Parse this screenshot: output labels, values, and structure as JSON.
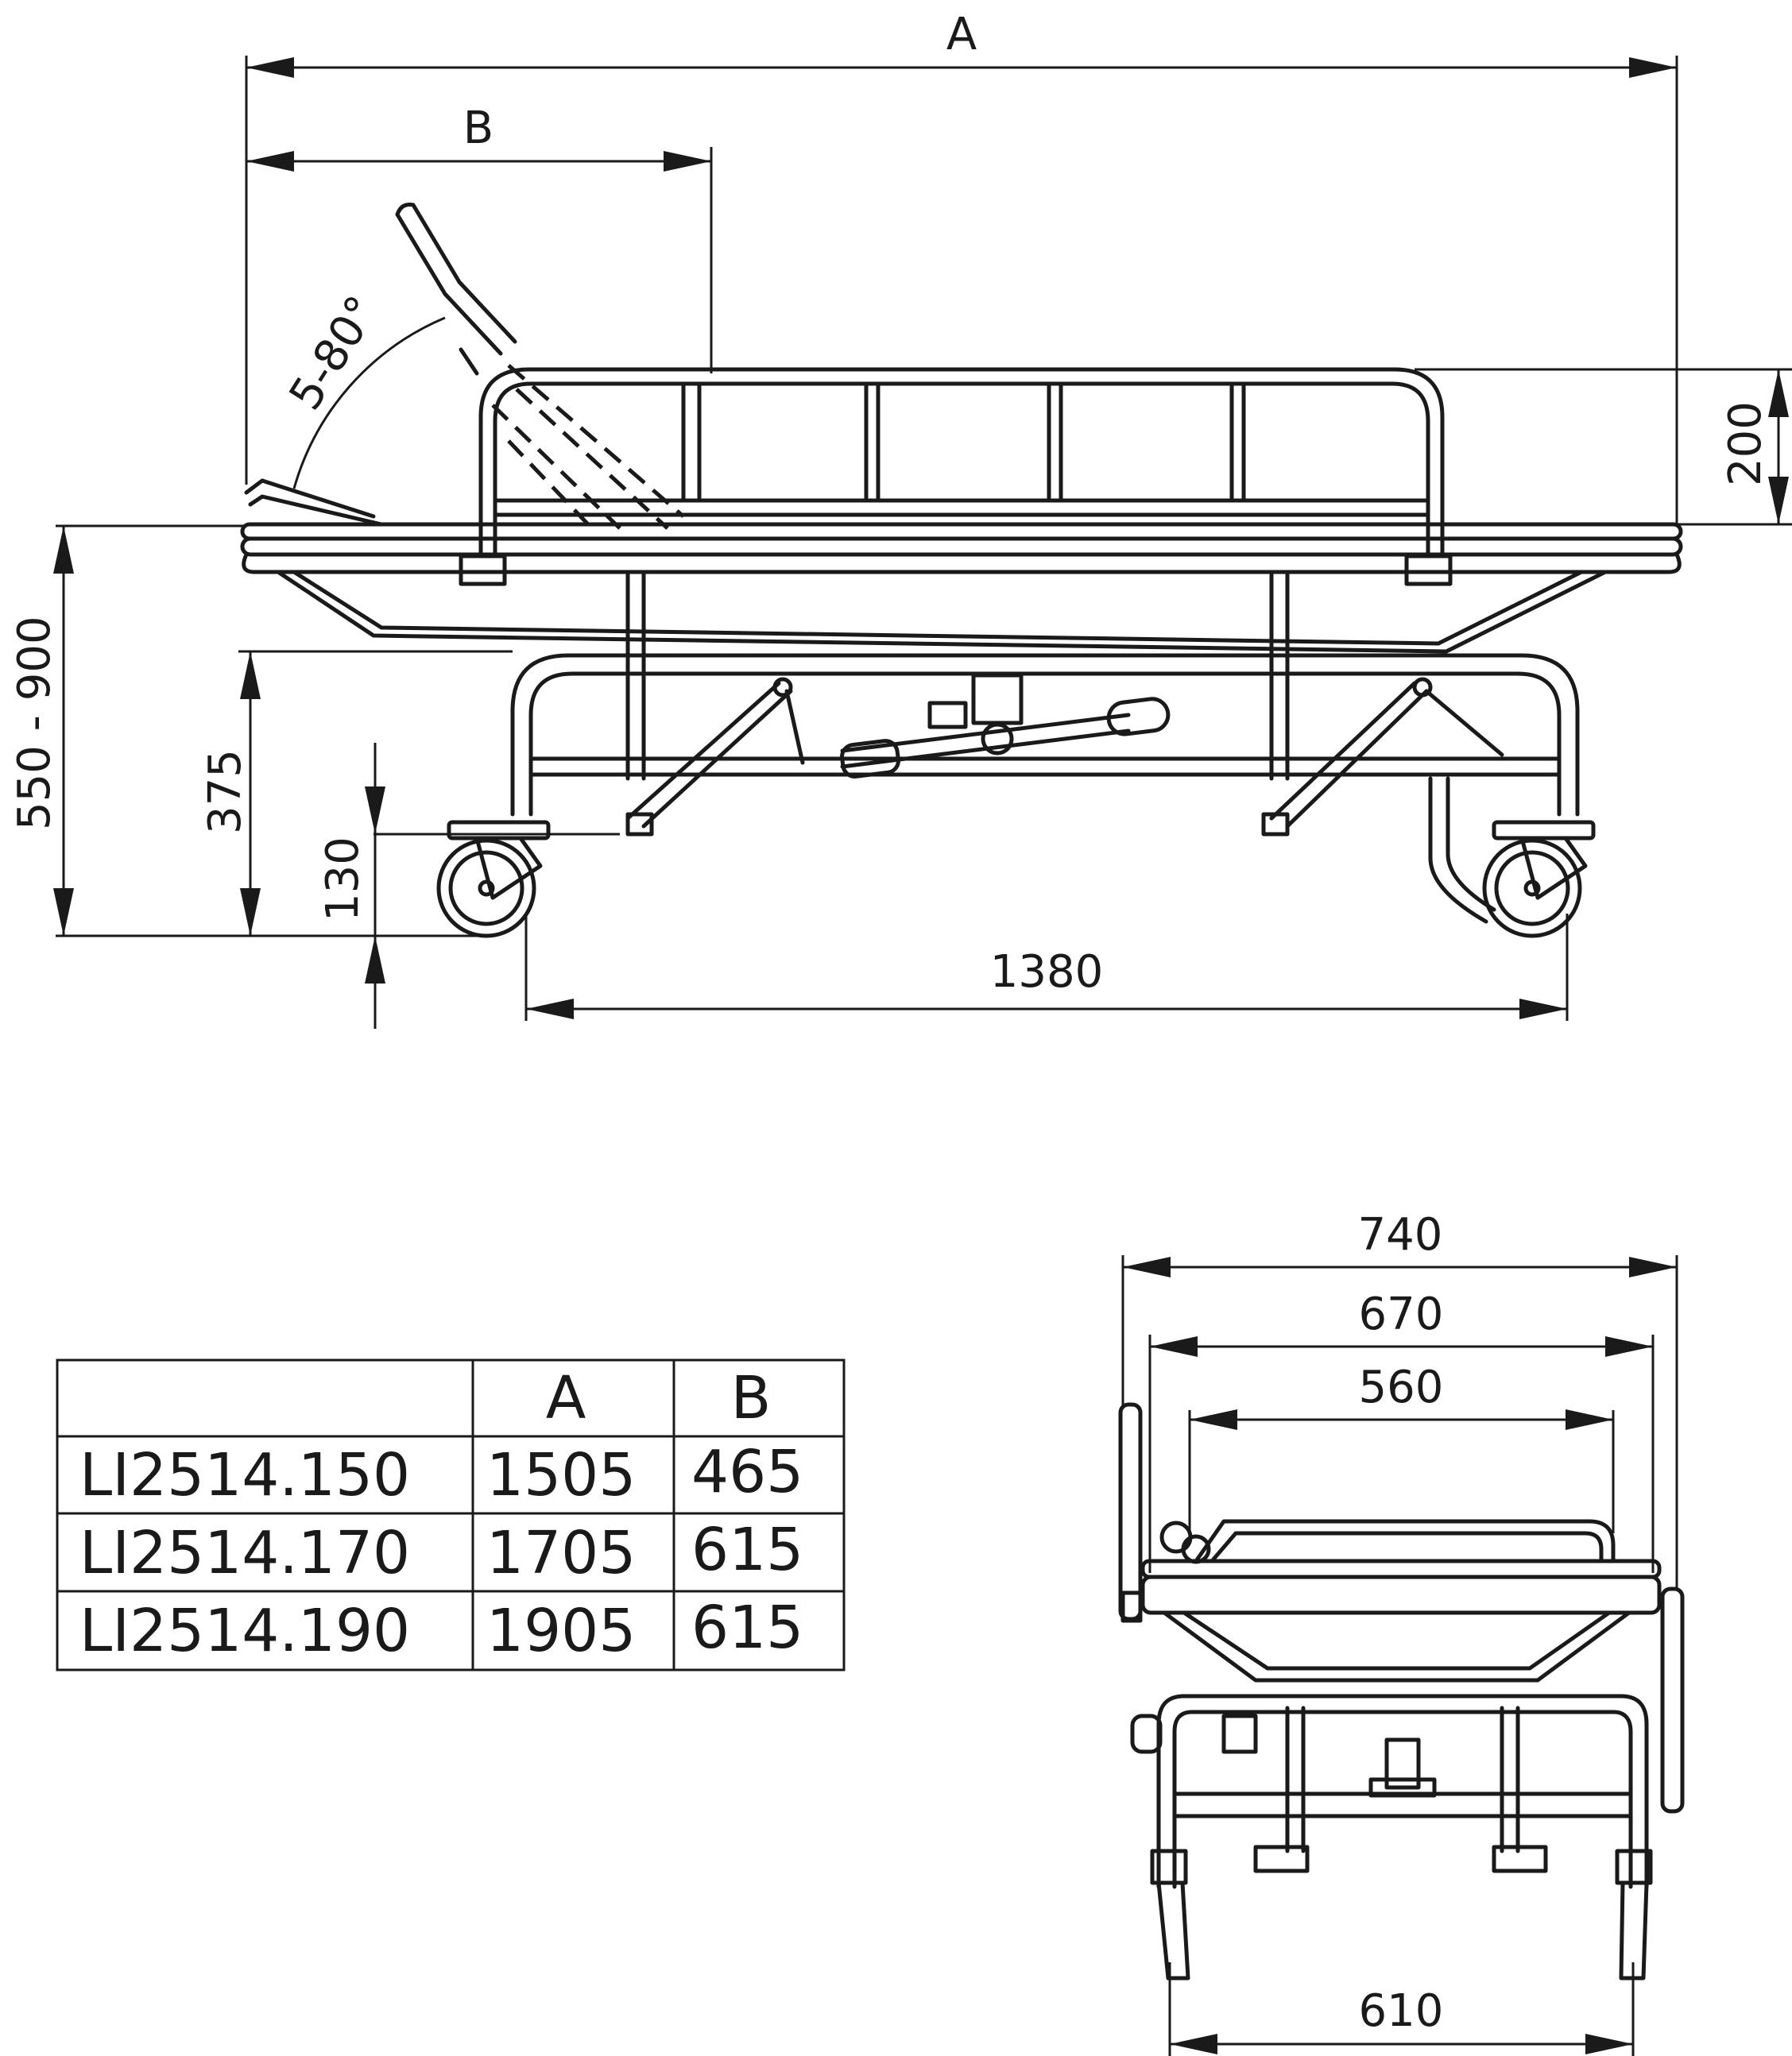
{
  "side_view": {
    "dim_overall_length_label": "A",
    "dim_backrest_length_label": "B",
    "dim_backrest_angle": "5-80°",
    "dim_side_rail_height": "200",
    "dim_height_range": "550 - 900",
    "dim_chassis_height": "375",
    "dim_wheel_diameter": "130",
    "dim_wheelbase": "1380"
  },
  "end_view": {
    "dim_overall_width": "740",
    "dim_frame_width": "670",
    "dim_tray_width": "560",
    "dim_wheel_track": "610"
  },
  "dimension_table": {
    "headers": [
      "",
      "A",
      "B"
    ],
    "rows": [
      {
        "model": "LI2514.150",
        "a": "1505",
        "b": "465"
      },
      {
        "model": "LI2514.170",
        "a": "1705",
        "b": "615"
      },
      {
        "model": "LI2514.190",
        "a": "1905",
        "b": "615"
      }
    ]
  }
}
